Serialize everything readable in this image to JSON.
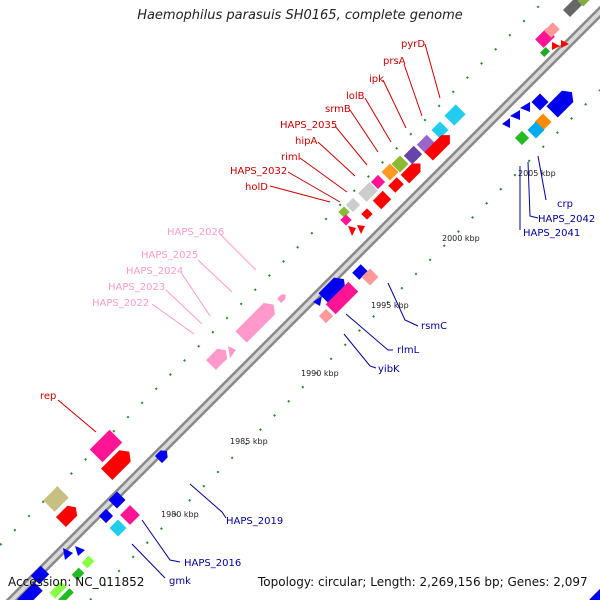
{
  "title": "Haemophilus parasuis SH0165, complete genome",
  "footer": {
    "accession": "Accession: NC_011852",
    "topology": "Topology: circular; Length: 2,269,156 bp; Genes: 2,097"
  },
  "scale_labels": [
    "1980 kbp",
    "1985 kbp",
    "1990 kbp",
    "1995 kbp",
    "2000 kbp",
    "2005 kbp"
  ],
  "colors": {
    "red_label": "#cc0000",
    "pink_label": "#ff99cc",
    "blue_label": "#000099",
    "backbone": "#999999"
  },
  "gene_labels": {
    "red": [
      "pyrD",
      "prsA",
      "ipk",
      "lolB",
      "srmB",
      "HAPS_2035",
      "hipA",
      "rimI",
      "HAPS_2032",
      "holD",
      "rep"
    ],
    "pink": [
      "HAPS_2026",
      "HAPS_2025",
      "HAPS_2024",
      "HAPS_2023",
      "HAPS_2022"
    ],
    "blue": [
      "rsmC",
      "rlmL",
      "yibK",
      "HAPS_2019",
      "HAPS_2016",
      "gmk",
      "crp",
      "HAPS_2042",
      "HAPS_2041"
    ]
  }
}
